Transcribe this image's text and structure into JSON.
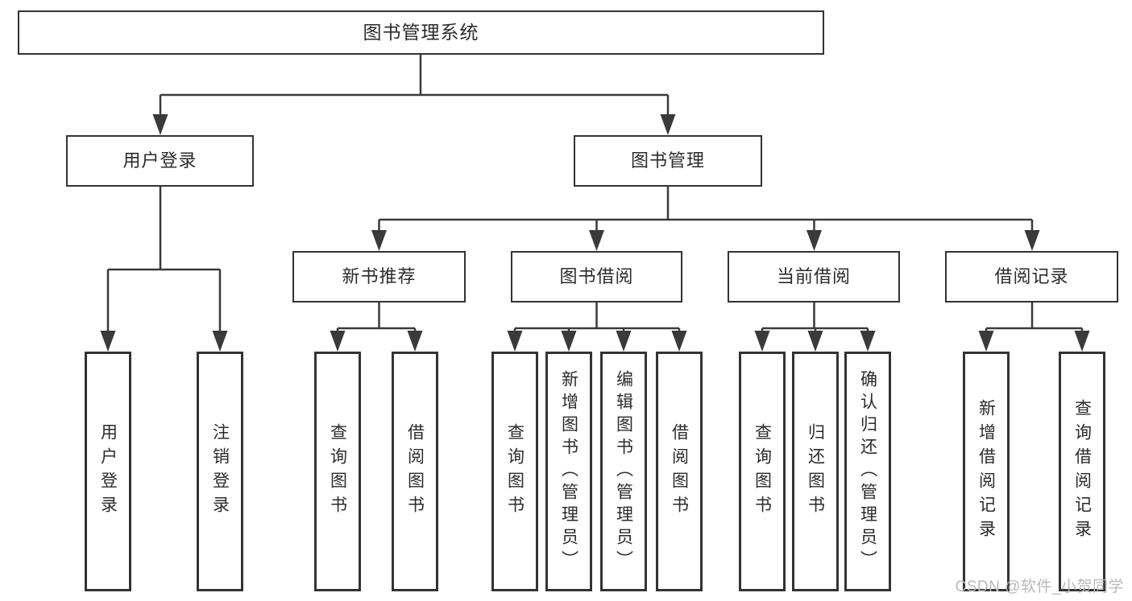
{
  "colors": {
    "line": "#3a3a3a",
    "box_border": "#333333",
    "text": "#2b2b2b",
    "watermark": "#b9b9b9",
    "background": "#ffffff"
  },
  "nodes": {
    "root": {
      "label": "图书管理系统"
    },
    "user_login": {
      "label": "用户登录",
      "children": [
        {
          "label": "用户登录"
        },
        {
          "label": "注销登录"
        }
      ]
    },
    "book_management": {
      "label": "图书管理"
    },
    "new_book_recommend": {
      "label": "新书推荐",
      "children": [
        {
          "label": "查询图书"
        },
        {
          "label": "借阅图书"
        }
      ]
    },
    "book_borrowing": {
      "label": "图书借阅",
      "children": [
        {
          "label": "查询图书"
        },
        {
          "label": "新增图书（管理员）"
        },
        {
          "label": "编辑图书（管理员）"
        },
        {
          "label": "借阅图书"
        }
      ]
    },
    "current_borrowing": {
      "label": "当前借阅",
      "children": [
        {
          "label": "查询图书"
        },
        {
          "label": "归还图书"
        },
        {
          "label": "确认归还（管理员）"
        }
      ]
    },
    "borrowing_records": {
      "label": "借阅记录",
      "children": [
        {
          "label": "新增借阅记录"
        },
        {
          "label": "查询借阅记录"
        }
      ]
    }
  },
  "watermark": "CSDN @软件_小贺同学"
}
